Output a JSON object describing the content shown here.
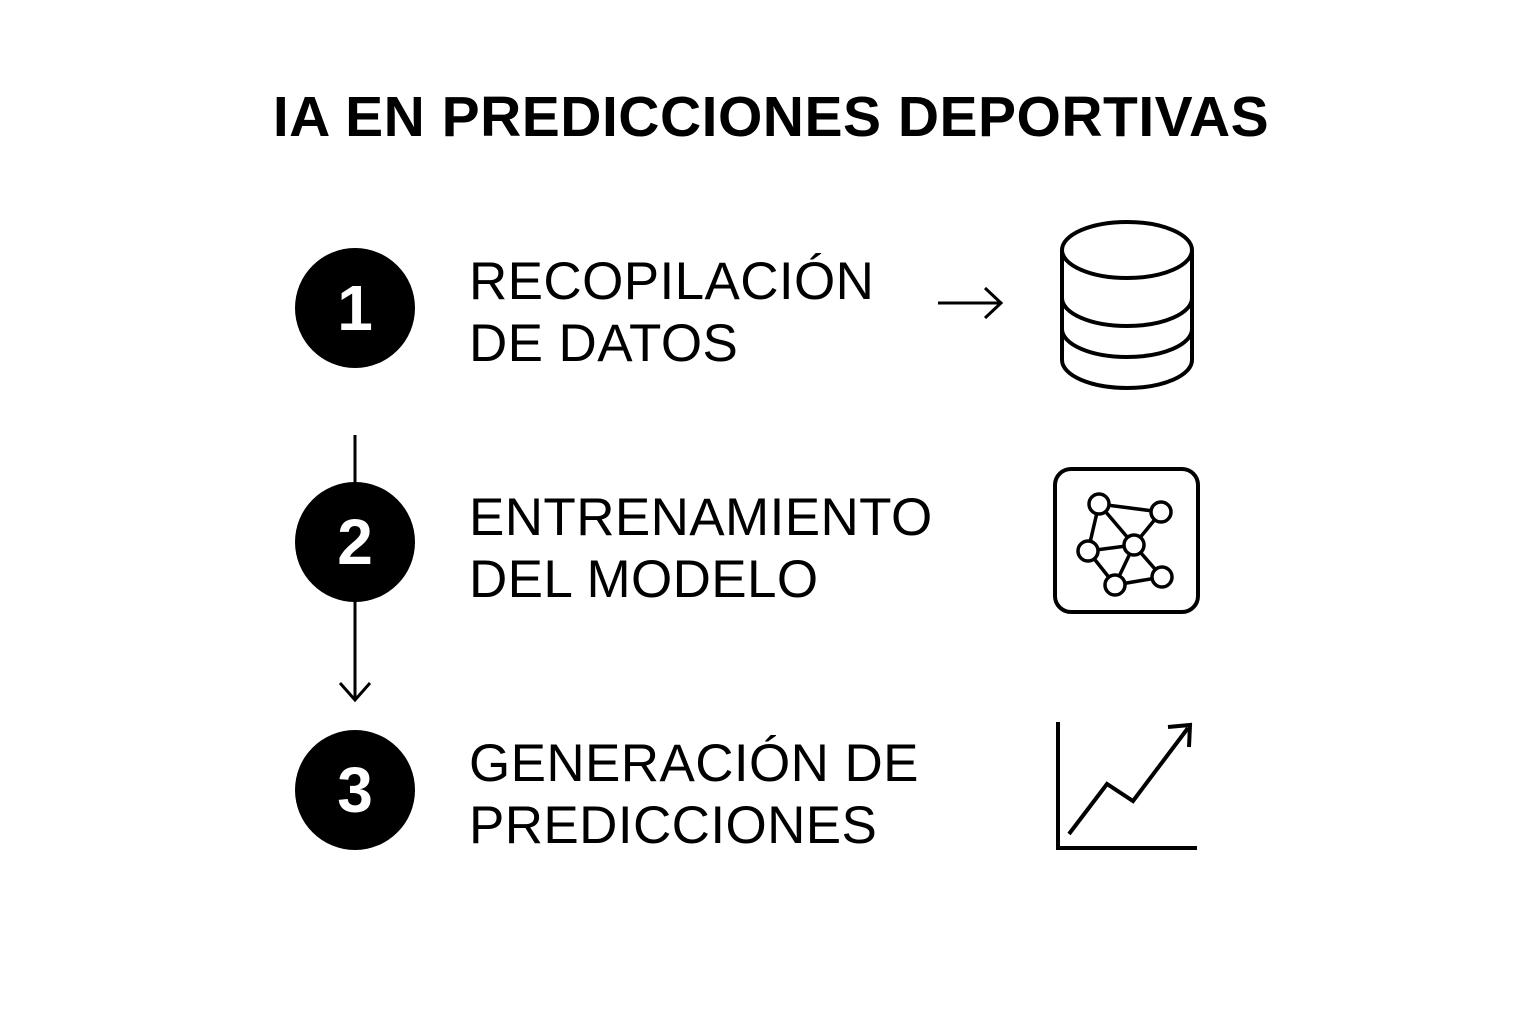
{
  "title": "IA EN PREDICCIONES DEPORTIVAS",
  "steps": [
    {
      "number": "1",
      "label_lines": [
        "RECOPILACIÓN",
        "DE DATOS"
      ],
      "icon": "database-icon"
    },
    {
      "number": "2",
      "label_lines": [
        "ENTRENAMIENTO",
        "DEL MODELO"
      ],
      "icon": "neural-network-icon"
    },
    {
      "number": "3",
      "label_lines": [
        "GENERACIÓN DE",
        "PREDICCIONES"
      ],
      "icon": "growth-chart-icon"
    }
  ],
  "colors": {
    "ink": "#000000",
    "background": "#ffffff"
  }
}
